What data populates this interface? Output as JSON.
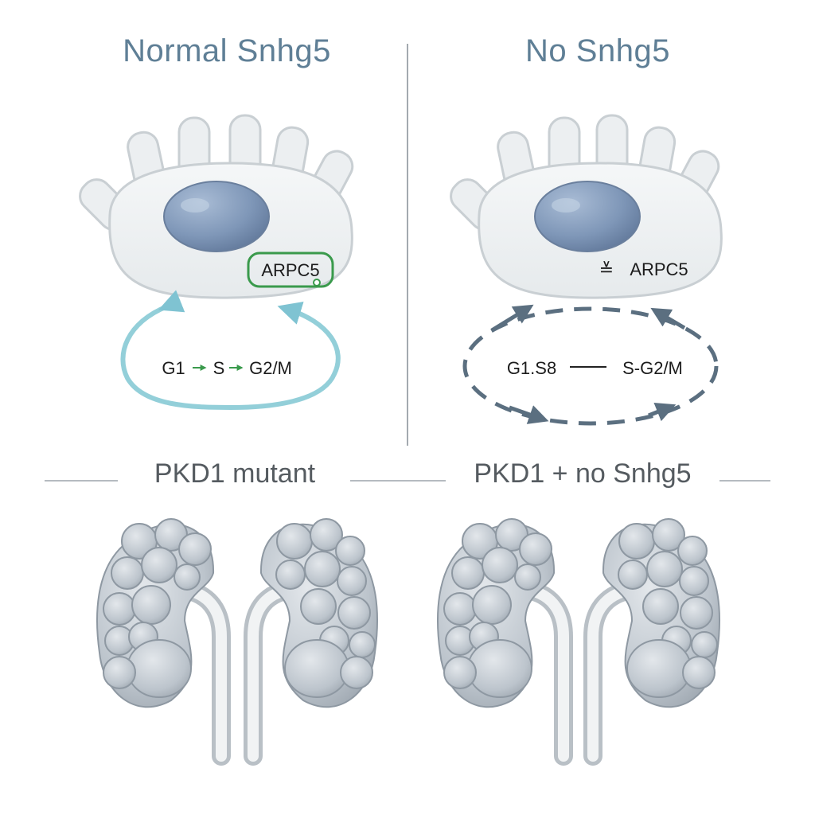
{
  "panels": {
    "left_title": "Normal Snhg5",
    "right_title": "No Snhg5"
  },
  "cells": {
    "left_gene": "ARPC5",
    "right_gene_symbol": "≚",
    "right_gene": "ARPC5"
  },
  "cycles": {
    "left": {
      "g1": "G1",
      "s": "S",
      "g2m": "G2/M"
    },
    "right": {
      "g1s": "G1.S8",
      "sg2m": "S-G2/M"
    }
  },
  "sections": {
    "left_label": "PKD1 mutant",
    "right_label": "PKD1 + no Snhg5"
  },
  "colors": {
    "title": "#5f7f96",
    "nucleus": "#7f97b8",
    "normal_cycle": "#8fcdd8",
    "disrupted_cycle": "#5b6f80",
    "arpc5_highlight": "#3a9a4c",
    "kidney": "#b9c1ca"
  }
}
